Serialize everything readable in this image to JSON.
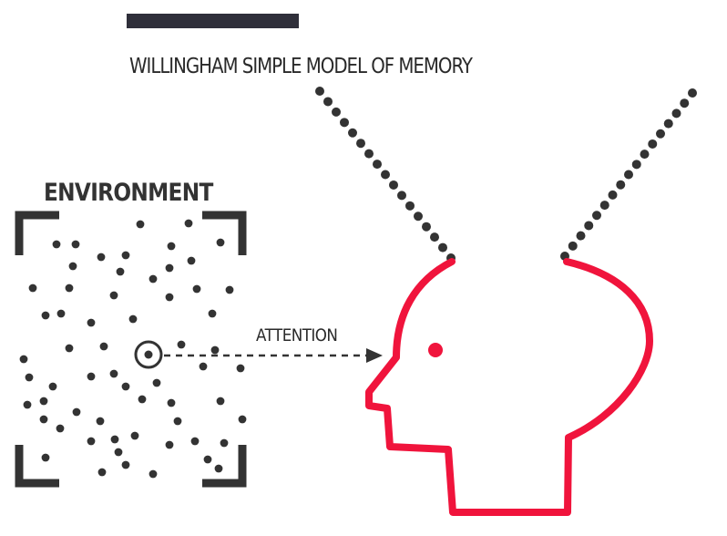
{
  "title": "WILLINGHAM SIMPLE MODEL OF MEMORY",
  "environment_label": "ENVIRONMENT",
  "attention_label": "ATTENTION",
  "colors": {
    "head": "#f0143c",
    "ink": "#333333",
    "bar": "#2f2f3a"
  }
}
